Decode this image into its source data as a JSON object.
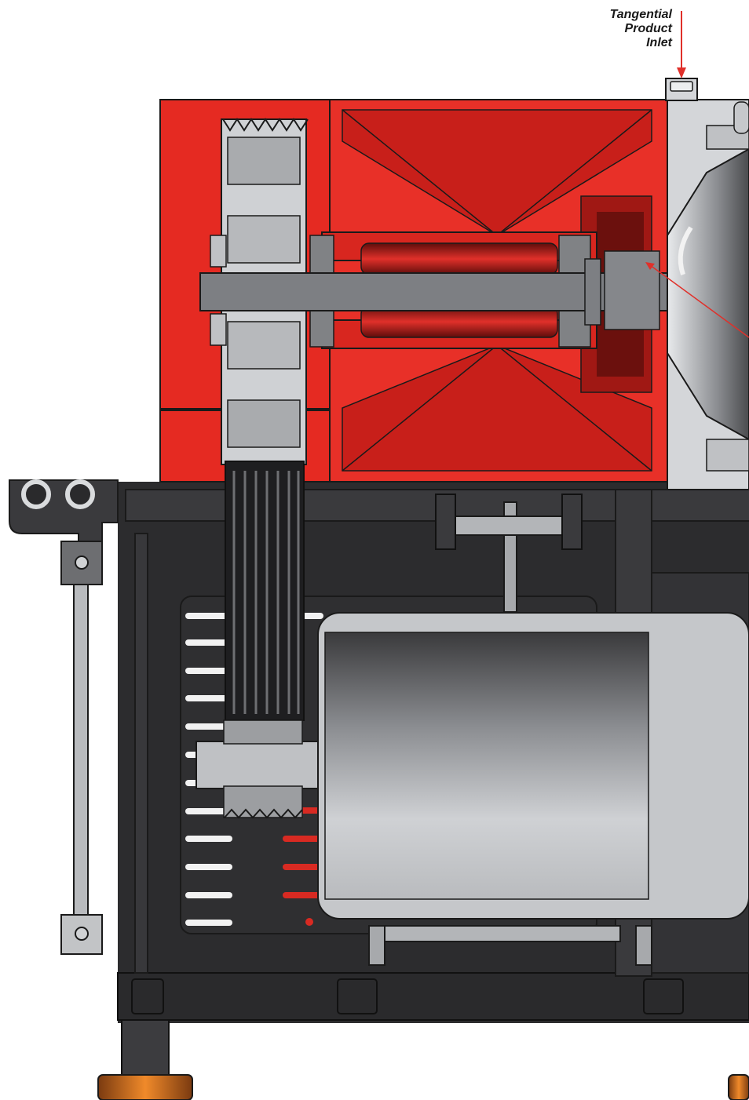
{
  "callouts": {
    "inlet": {
      "line1": "Tangential",
      "line2": "Product",
      "line3": "Inlet"
    }
  },
  "colors": {
    "housing_red": "#e52a22",
    "housing_dark_red": "#b81c18",
    "frame_dark": "#2c2c2e",
    "steel_gray": "#7d7f83",
    "light_gray": "#cdd0d3",
    "arrow_red": "#e0302a"
  }
}
